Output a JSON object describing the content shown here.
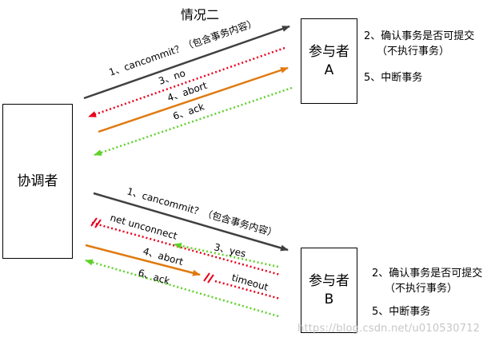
{
  "title": "情况二",
  "coordinator": {
    "label": "协调者"
  },
  "participant_a": {
    "line1": "参与者",
    "line2": "A"
  },
  "participant_b": {
    "line1": "参与者",
    "line2": "B"
  },
  "notes_a": {
    "step2": "2、确认事务是否可提交",
    "step2b": "（不执行事务）",
    "step5": "5、中断事务"
  },
  "notes_b": {
    "step2": "2、确认事务是否可提交",
    "step2b": "（不执行事务）",
    "step5": "5、中断事务"
  },
  "top_messages": {
    "m1": "1、cancommit？（包含事务内容）",
    "m3": "3、no",
    "m4": "4、abort",
    "m6": "6、ack"
  },
  "bottom_messages": {
    "m1": "1、cancommit？（包含事务内容）",
    "net": "net  unconnect",
    "m3": "3、yes",
    "m4": "4、abort",
    "timeout": "timeout",
    "m6": "6、ack"
  },
  "colors": {
    "send": "#404040",
    "fail": "#e8001c",
    "abort": "#e07a10",
    "ack": "#5fd12a"
  },
  "watermark": "https://blog.csdn.net/u010530712"
}
